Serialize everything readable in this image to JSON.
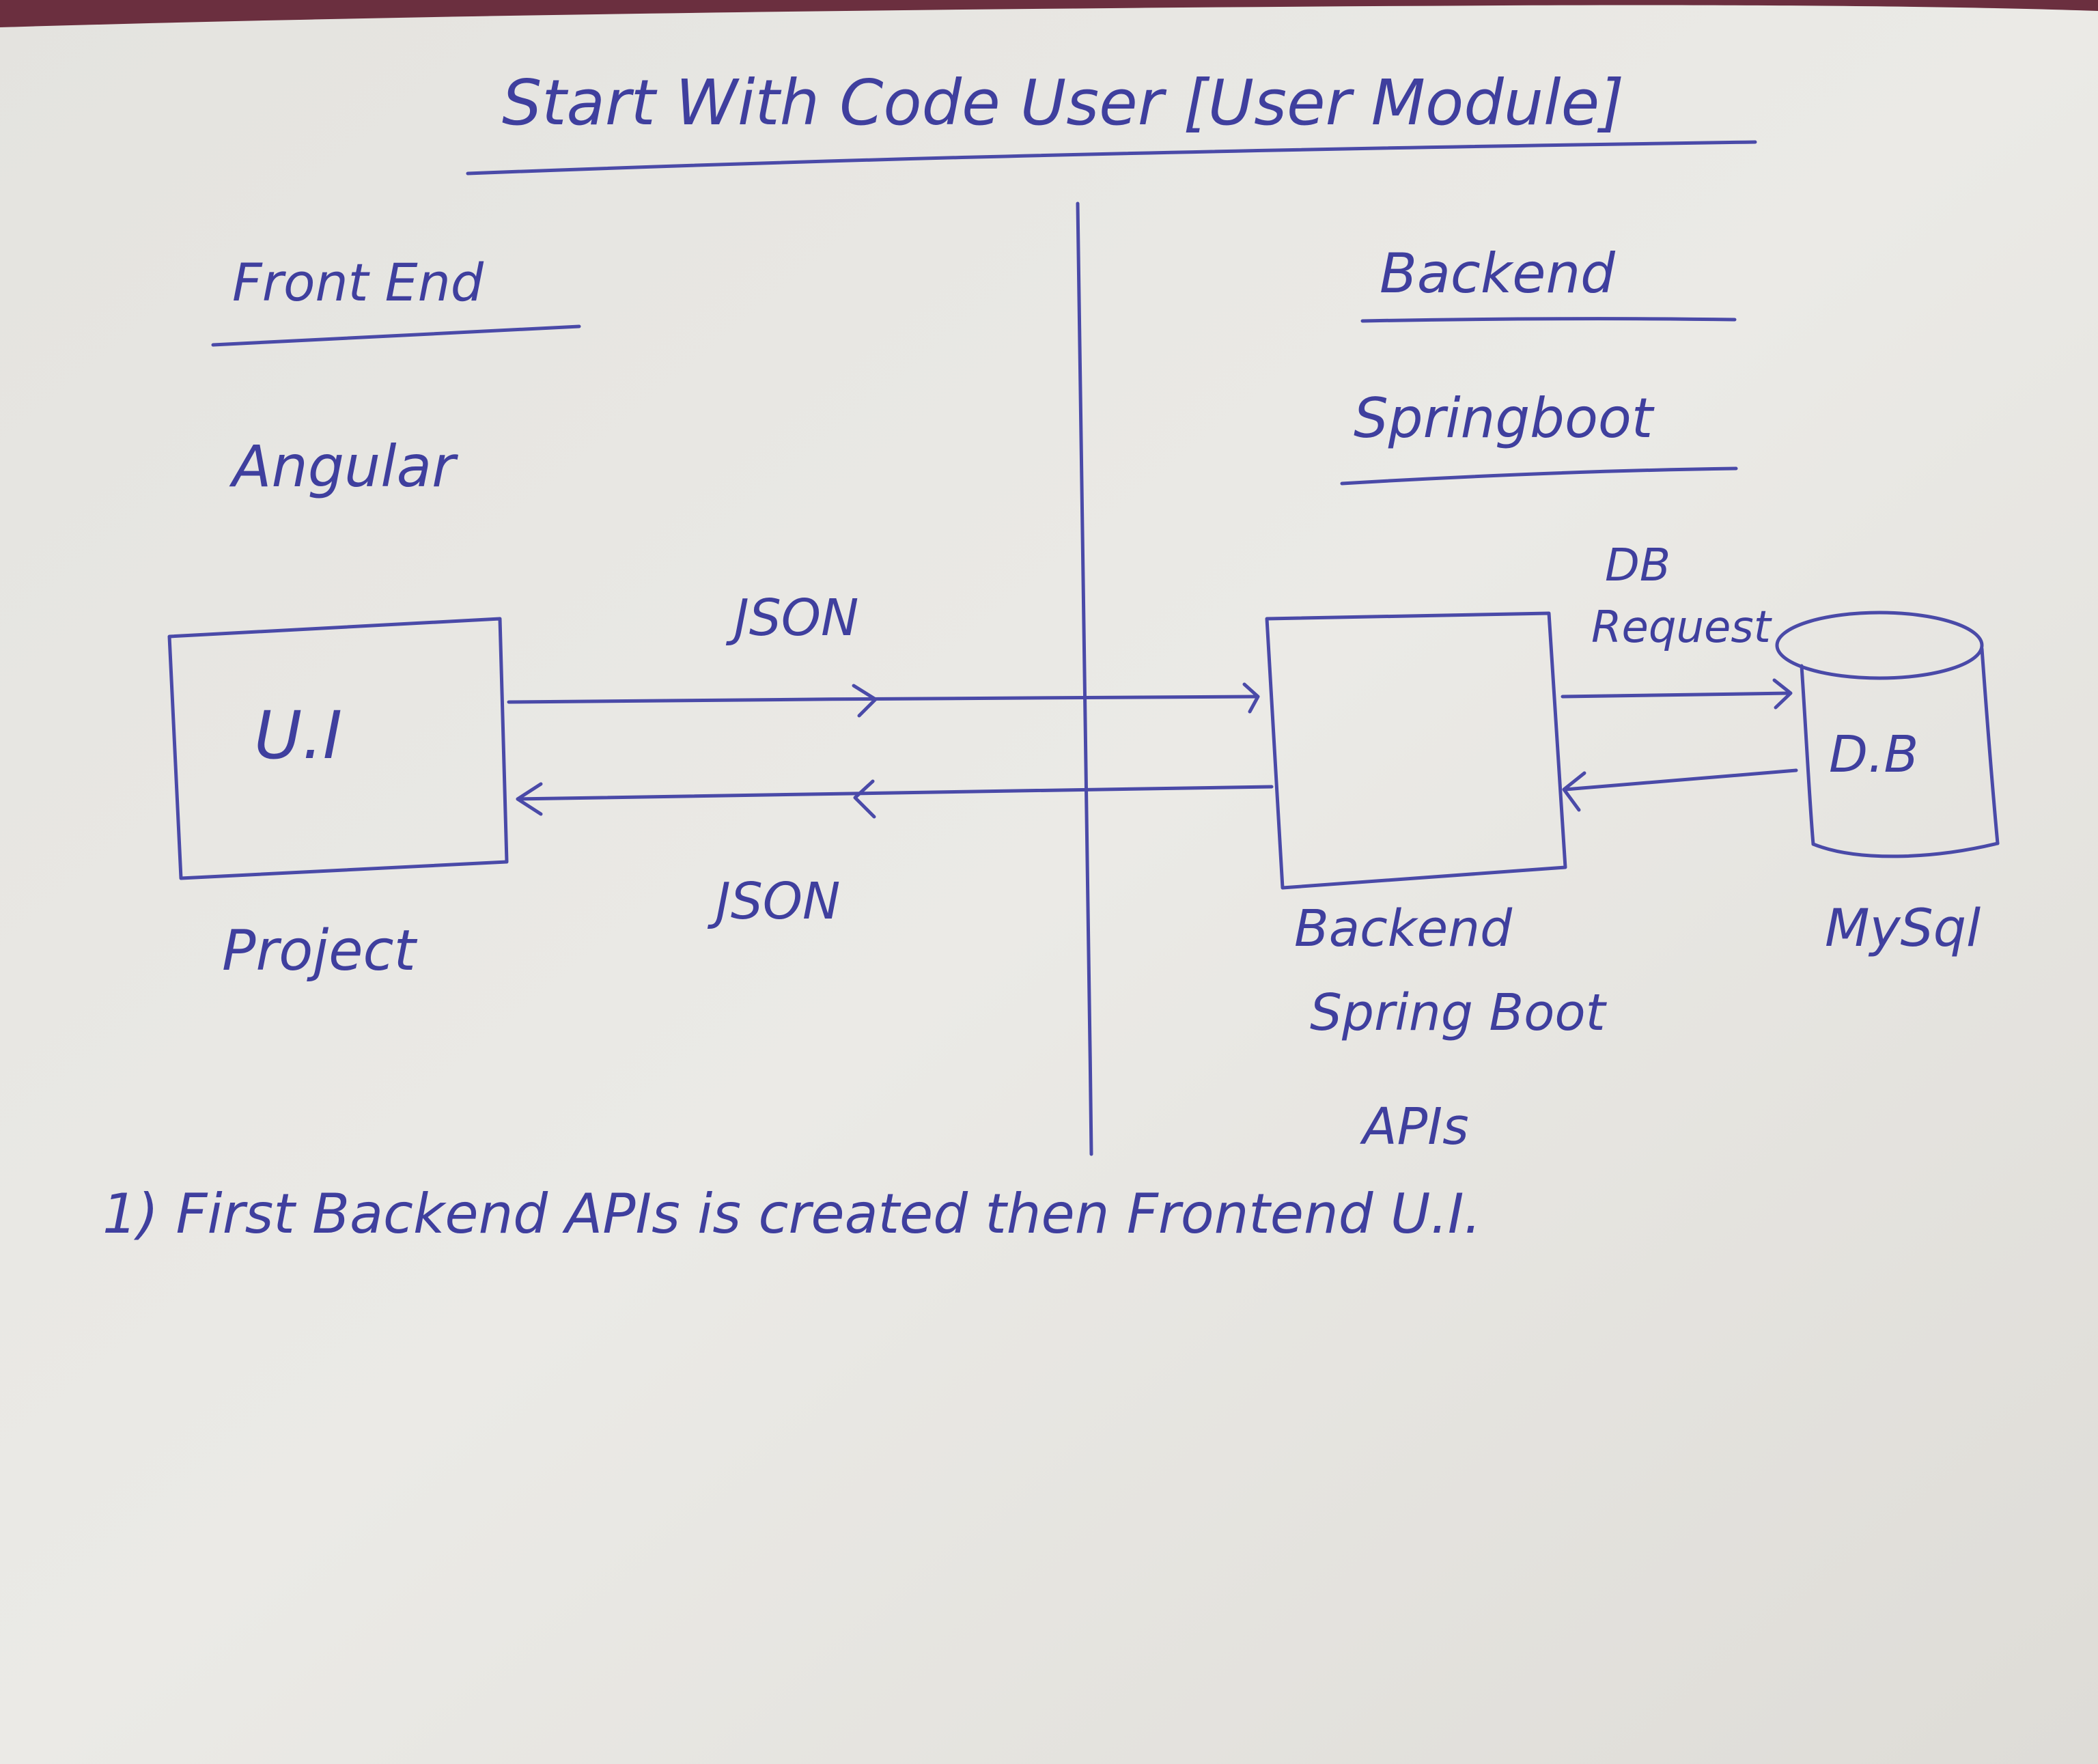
{
  "diagram": {
    "title": "Start With Code User [User Module]",
    "frontend": {
      "heading": "Front End",
      "technology": "Angular",
      "box_label": "U.I",
      "caption": "Project"
    },
    "backend": {
      "heading": "Backend",
      "technology": "Springboot",
      "caption_line1": "Backend",
      "caption_line2": "Spring Boot",
      "caption_line3": "APIs"
    },
    "database": {
      "box_label": "D.B",
      "caption": "MySql"
    },
    "arrows": {
      "json_request": "JSON",
      "json_response": "JSON",
      "db_request_line1": "DB",
      "db_request_line2": "Request"
    },
    "note": "1) First Backend APIs is created then Frontend U.I."
  },
  "colors": {
    "ink": "#4a4aa8",
    "paper": "#e8e7e3",
    "background": "#6b2f3f"
  }
}
